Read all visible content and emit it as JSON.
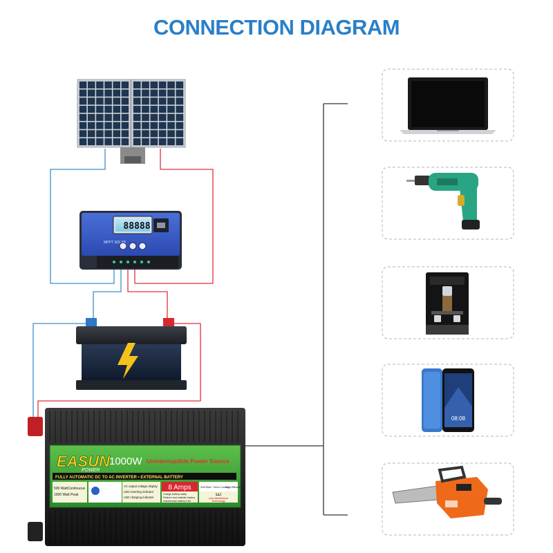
{
  "title": "CONNECTION DIAGRAM",
  "colors": {
    "title": "#2a7fc7",
    "wire_positive": "#e0303a",
    "wire_negative": "#3a8fd0",
    "wire_output": "#333333",
    "dashed_border": "#b5b5b5",
    "inverter_label_bg": "#3aa63a",
    "controller_body": "#3a5fc8"
  },
  "components": {
    "solar_panel": {
      "icon": "solar-panel-icon"
    },
    "charge_controller": {
      "icon": "charge-controller-icon",
      "display": "88888",
      "label": "MPPT SOLAR"
    },
    "battery": {
      "icon": "battery-icon"
    },
    "inverter": {
      "icon": "inverter-icon",
      "brand_main": "EASUN",
      "brand_sub": "POWER",
      "wattage": "1000W",
      "product": "Uninterruptible Power Source",
      "subtitle": "FULLY AUTOMATIC DC TO AC INVERTER • EXTERNAL BATTERY",
      "continuous": "500 WattContinuous",
      "peak": "1000 Watt Peak",
      "display_lines": [
        "AC output voltage display",
        "LED inverting indicator",
        "LED charging indicator"
      ],
      "amps": "8 Amps",
      "charge_note": [
        "Charge battery easily",
        "Restore and maintain battery",
        "maximumize battery's life"
      ],
      "features": [
        "Soft Start",
        "Turbo Cooling",
        "High Efficient"
      ],
      "lli": "LLI",
      "lli_sub": [
        "Low Interference",
        "Technology"
      ]
    }
  },
  "appliances": [
    {
      "name": "laptop",
      "icon": "laptop-icon"
    },
    {
      "name": "electric-drill",
      "icon": "drill-icon"
    },
    {
      "name": "coffee-machine",
      "icon": "coffee-machine-icon"
    },
    {
      "name": "smartphone",
      "icon": "smartphone-icon",
      "clock": "08:08"
    },
    {
      "name": "chainsaw",
      "icon": "chainsaw-icon"
    }
  ]
}
